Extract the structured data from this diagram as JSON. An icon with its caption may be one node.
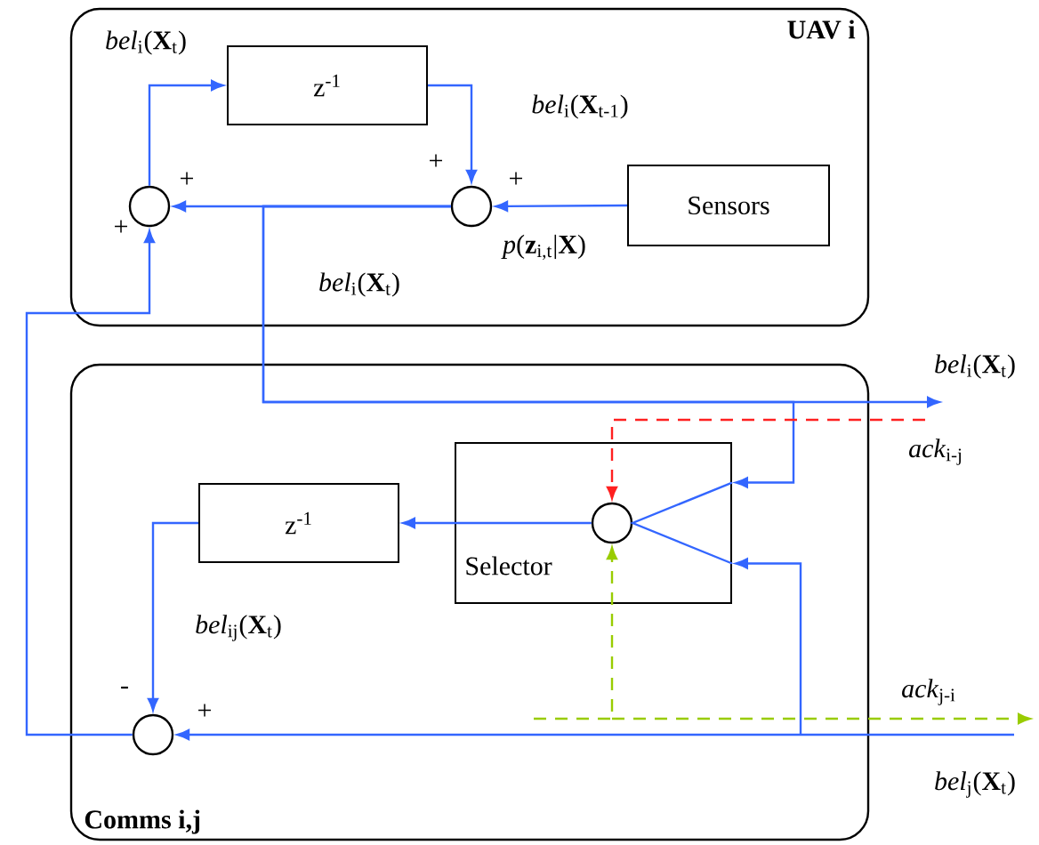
{
  "diagram": {
    "nodes": [
      {
        "text": [
          "UAV i"
        ]
      },
      {
        "text": [
          "z$^{-1}$"
        ],
        "in": 0
      },
      {
        "text": [],
        "shape": "circle",
        "in": 0
      },
      {
        "text": [],
        "shape": "circle",
        "in": 0
      },
      {
        "text": [
          "Sensors"
        ],
        "in": 0
      },
      {
        "text": [
          "Comms i,j"
        ]
      },
      {
        "text": [
          "Selector"
        ],
        "in": 5
      },
      {
        "text": [
          "z$^{-1}$"
        ],
        "in": 5
      },
      {
        "text": [],
        "shape": "circle",
        "in": 6
      },
      {
        "text": [],
        "shape": "circle",
        "in": 5
      }
    ],
    "edges": [
      {
        "from": 2,
        "to": 1,
        "arrow": "to",
        "label": "*bel*$_{i}$(**X**$_{t}$)"
      },
      {
        "from": 1,
        "to": 3,
        "arrow": "to",
        "label": "*bel*$_{i}$(**X**$_{t-1}$)"
      },
      {
        "from": 4,
        "to": 3,
        "arrow": "to",
        "label": "*p*(**z**$_{i,t}$|**X**)"
      },
      {
        "from": 3,
        "to": 2,
        "arrow": "to",
        "label": "*bel*$_{i}$(**X**$_{t}$)"
      },
      {
        "from": 9,
        "to": 2,
        "arrow": "to"
      },
      {
        "from": 3,
        "to": null,
        "arrow": "to",
        "label": "*bel*$_{i}$(**X**$_{t}$)"
      },
      {
        "from": 3,
        "to": 6,
        "arrow": "to"
      },
      {
        "from": null,
        "to": 8,
        "arrow": "to",
        "style": "dashed",
        "color": "#ff2020",
        "label": "*ack*$_{i-j}$"
      },
      {
        "from": null,
        "to": 9,
        "arrow": "to",
        "label": "*bel*$_{j}$(**X**$_{t}$)"
      },
      {
        "from": null,
        "to": 6,
        "arrow": "to"
      },
      {
        "from": null,
        "to": 8,
        "arrow": "to",
        "style": "dashed",
        "color": "#99cc00"
      },
      {
        "from": 8,
        "to": 7,
        "arrow": "to"
      },
      {
        "from": 7,
        "to": 9,
        "arrow": "to",
        "label": "*bel*$_{ij}$(**X**$_{t}$)"
      }
    ],
    "labels": [
      "+",
      "+",
      "+",
      "+",
      "-",
      "+",
      "*ack*$_{j-i}$"
    ]
  }
}
